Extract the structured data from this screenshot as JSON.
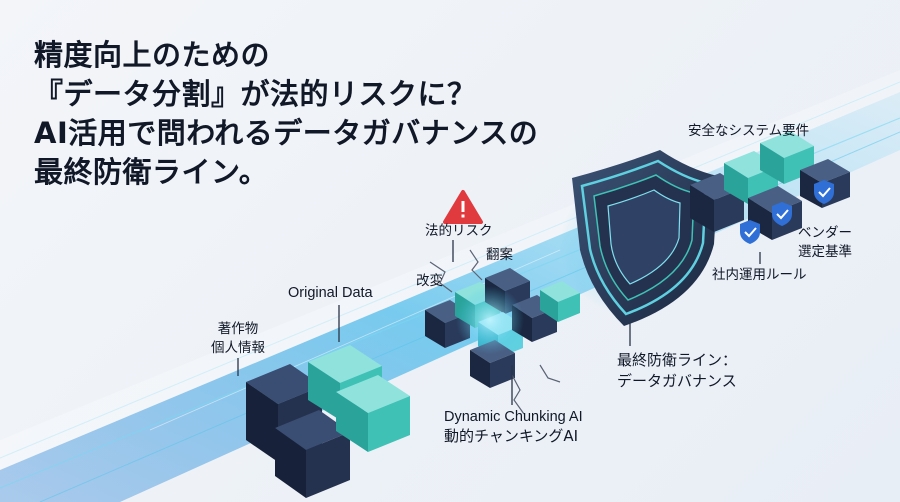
{
  "headline": [
    "精度向上のための",
    "『データ分割』が法的リスクに？",
    "AI活用で問われるデータガバナンスの",
    "最終防衛ライン。"
  ],
  "labels": {
    "works_line1": "著作物",
    "works_line2": "個人情報",
    "original_data": "Original Data",
    "tampering": "改変",
    "legal_risk": "法的リスク",
    "adaptation": "翻案",
    "dynamic_en": "Dynamic Chunking AI",
    "dynamic_jp": "動的チャンキングAI",
    "defense_line1": "最終防衛ライン：",
    "defense_line2": "データガバナンス",
    "secure_req": "安全なシステム要件",
    "vendor_line1": "ベンダー",
    "vendor_line2": "選定基準",
    "internal_rules": "社内運用ルール"
  },
  "colors": {
    "stream": "#3aa8e0",
    "teal": "#3fc1b5",
    "navy": "#1e2a44",
    "warning": "#e03a3e",
    "check": "#2f6fd6"
  },
  "icons": [
    "warning-icon",
    "shield-icon",
    "check-icon"
  ]
}
